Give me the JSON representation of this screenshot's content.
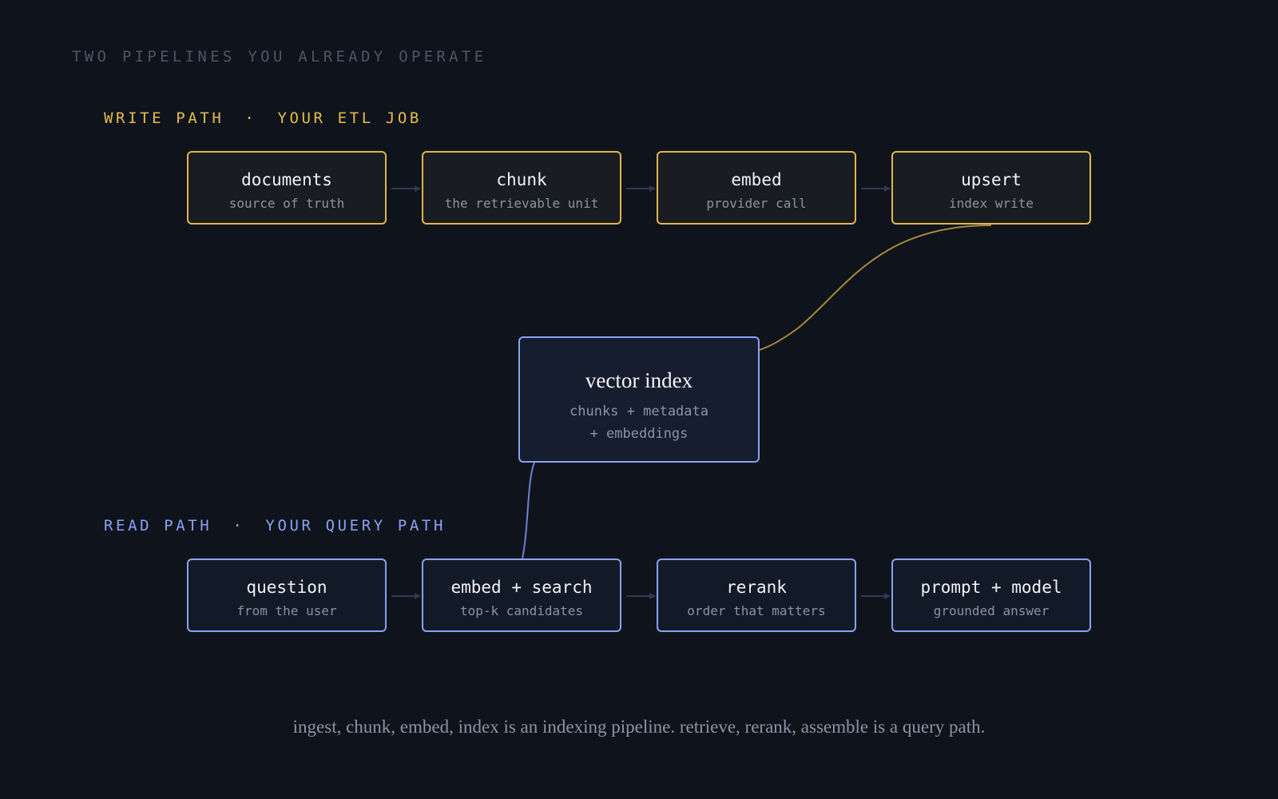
{
  "eyebrow": "TWO PIPELINES YOU ALREADY OPERATE",
  "write_path": {
    "label": "WRITE PATH",
    "separator": "·",
    "sublabel": "YOUR ETL JOB",
    "color": "#e0b64c",
    "nodes": [
      {
        "title": "documents",
        "subtitle": "source of truth"
      },
      {
        "title": "chunk",
        "subtitle": "the retrievable unit"
      },
      {
        "title": "embed",
        "subtitle": "provider call"
      },
      {
        "title": "upsert",
        "subtitle": "index write"
      }
    ]
  },
  "hub": {
    "title": "vector index",
    "line1": "chunks + metadata",
    "line2": "+ embeddings"
  },
  "read_path": {
    "label": "READ PATH",
    "separator": "·",
    "sublabel": "YOUR QUERY PATH",
    "color": "#8aa2f0",
    "nodes": [
      {
        "title": "question",
        "subtitle": "from the user"
      },
      {
        "title": "embed + search",
        "subtitle": "top-k candidates"
      },
      {
        "title": "rerank",
        "subtitle": "order that matters"
      },
      {
        "title": "prompt + model",
        "subtitle": "grounded answer"
      }
    ]
  },
  "caption": "ingest, chunk, embed, index is an indexing pipeline. retrieve, rerank, assemble is a query path.",
  "colors": {
    "background": "#0f131c",
    "write_accent": "#e0b64c",
    "read_accent": "#8aa2f0",
    "arrow": "#2f3a52"
  }
}
